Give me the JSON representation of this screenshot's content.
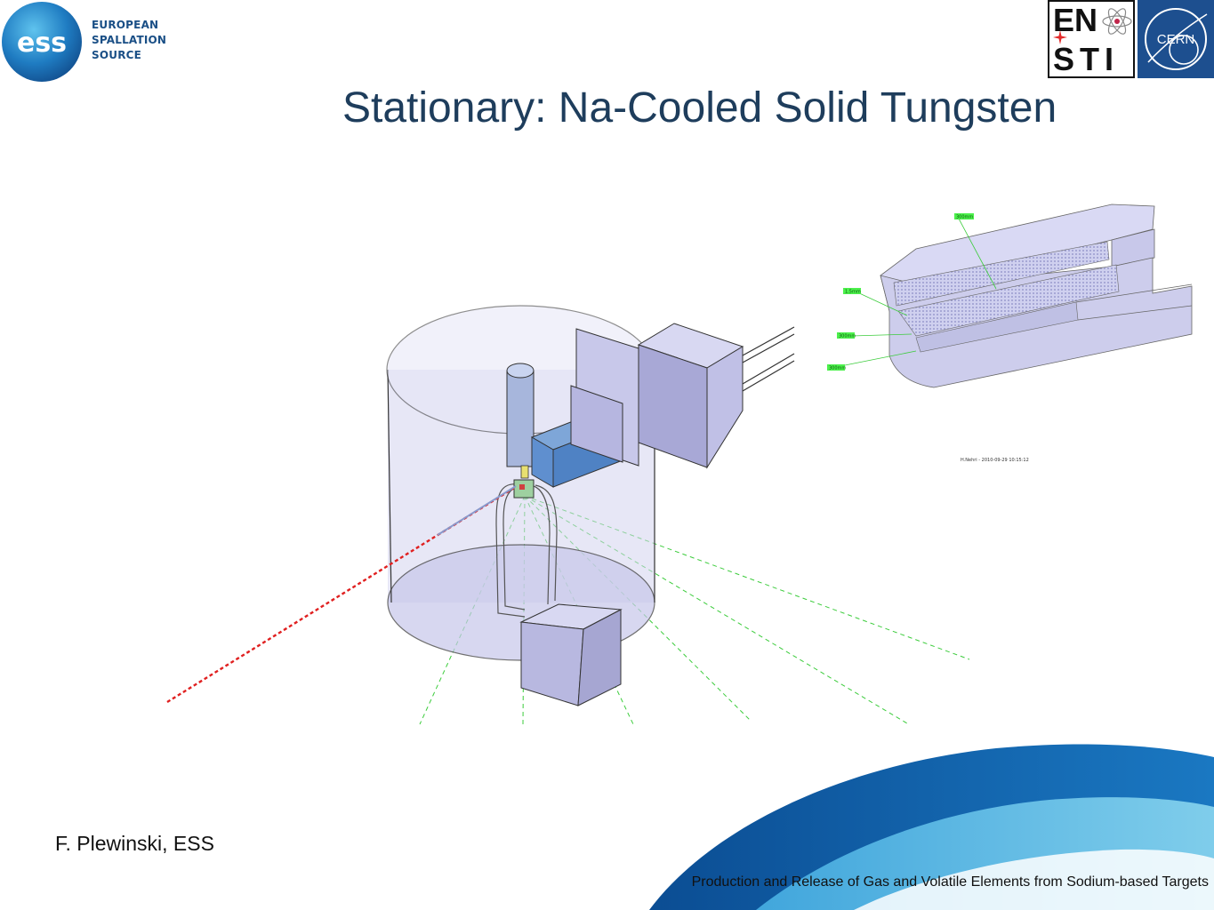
{
  "slide": {
    "title": "Stationary: Na-Cooled Solid Tungsten",
    "author": "F. Plewinski, ESS",
    "footer": "Production and Release of Gas and Volatile Elements from Sodium-based Targets"
  },
  "logos": {
    "ess": {
      "mark": "ess",
      "lines": [
        "EUROPEAN",
        "SPALLATION",
        "SOURCE"
      ]
    },
    "en_sti": {
      "top": "EN",
      "bottom": "STI"
    },
    "cern": {
      "text": "CERN"
    }
  },
  "detail_view": {
    "dimension_labels": [
      "300mm",
      "1.5mm",
      "300mm",
      "300mm"
    ],
    "caption": "H.Nehri - 2010-09-29 10:15:12"
  },
  "colors": {
    "title": "#1e3d5c",
    "beam": "#e02020",
    "sightlines": "#3ccc3c",
    "tank": "#c9c9ea",
    "logo_blue": "#1d4f8f",
    "swoosh_dark": "#1565a8",
    "swoosh_light": "#4fb6e3"
  }
}
